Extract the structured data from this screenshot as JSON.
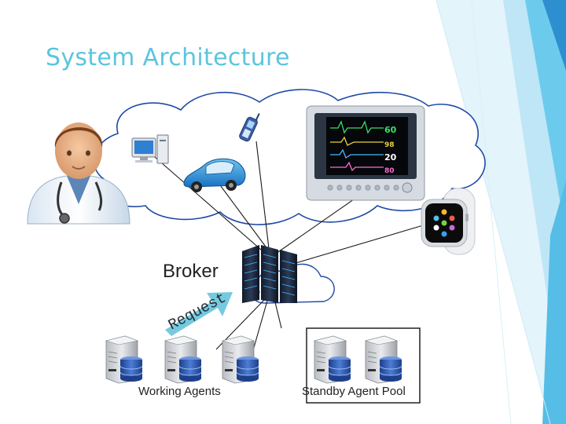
{
  "slide": {
    "title": "System Architecture",
    "broker_label": "Broker",
    "request_label": "Request",
    "working_agents_label": "Working Agents",
    "standby_pool_label": "Standby Agent Pool",
    "monitor_values": [
      "60",
      "98",
      "20",
      "80"
    ]
  },
  "colors": {
    "accent": "#5bc5dd",
    "decor_blue": "#2d8fd0",
    "cloud_outline": "#1f4aa8",
    "arrow": "#6fc6dc"
  },
  "icons": [
    "doctor-icon",
    "desktop-computer-icon",
    "cell-phone-icon",
    "car-icon",
    "patient-monitor-icon",
    "smartwatch-icon",
    "broker-server-icon",
    "agent-server-icon"
  ]
}
